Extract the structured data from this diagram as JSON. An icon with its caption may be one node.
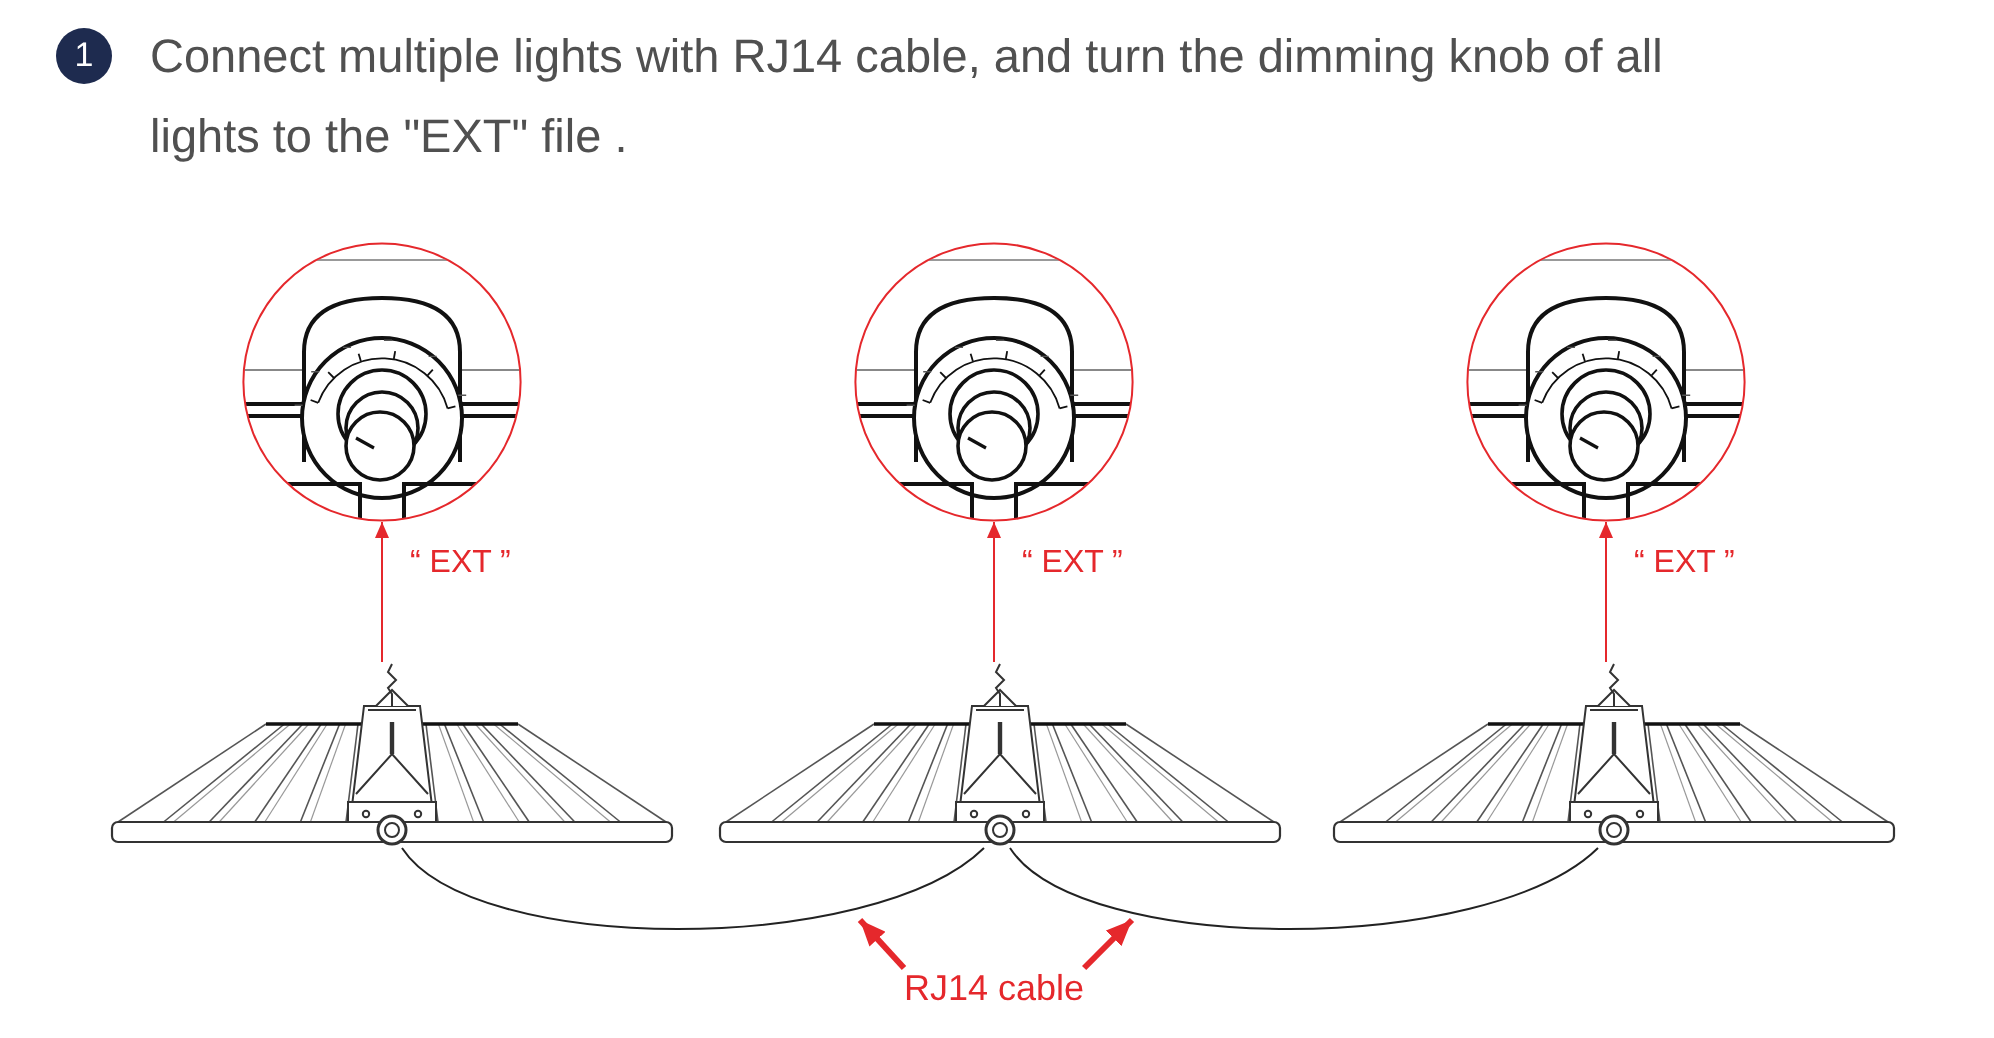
{
  "diagram": {
    "title": "Connect multiple lights with RJ14 cable, and turn the dimming knob of all lights to the \"EXT\" file .",
    "nodes": [
      {
        "text": [],
        "shape": "picture"
      },
      {
        "text": [],
        "shape": "picture"
      },
      {
        "text": [],
        "shape": "picture"
      },
      {
        "text": [],
        "shape": "picture"
      },
      {
        "text": [],
        "shape": "picture"
      },
      {
        "text": [],
        "shape": "picture"
      },
      {
        "text": [
          "RJ14 cable"
        ]
      }
    ],
    "edges": [
      {
        "from": 3,
        "to": 0,
        "arrow": "to",
        "label": "“ EXT ”"
      },
      {
        "from": 4,
        "to": 1,
        "arrow": "to",
        "label": "“ EXT ”"
      },
      {
        "from": 5,
        "to": 2,
        "arrow": "to",
        "label": "“ EXT ”"
      },
      {
        "from": 3,
        "to": 4,
        "arrow": "none",
        "color": "#222222"
      },
      {
        "from": 4,
        "to": 5,
        "arrow": "none",
        "color": "#222222"
      },
      {
        "from": 6,
        "to": null,
        "arrow": "to",
        "style": "thick"
      },
      {
        "from": 6,
        "to": null,
        "arrow": "to",
        "style": "thick"
      }
    ],
    "labels": [
      "1"
    ]
  }
}
